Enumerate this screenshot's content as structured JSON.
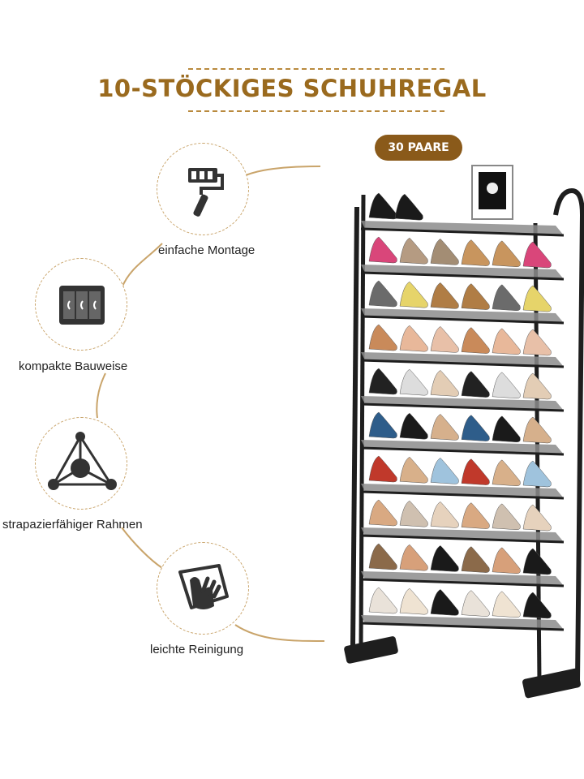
{
  "title": "10-STÖCKIGES SCHUHREGAL",
  "badge": "30 PAARE",
  "features": [
    {
      "label": "einfache Montage",
      "icon": "paint-roller-icon"
    },
    {
      "label": "kompakte Bauweise",
      "icon": "compact-cabinet-icon"
    },
    {
      "label": "strapazierfähiger Rahmen",
      "icon": "frame-structure-icon"
    },
    {
      "label": "leichte Reinigung",
      "icon": "cleaning-cloth-hand-icon"
    }
  ],
  "colors": {
    "accent": "#9a6a1e",
    "badge": "#8a5a1a",
    "connector": "#c9a46a",
    "rack": "#1e1e1e",
    "shelf": "#8c8c8c"
  },
  "rack": {
    "tiers": 10
  }
}
